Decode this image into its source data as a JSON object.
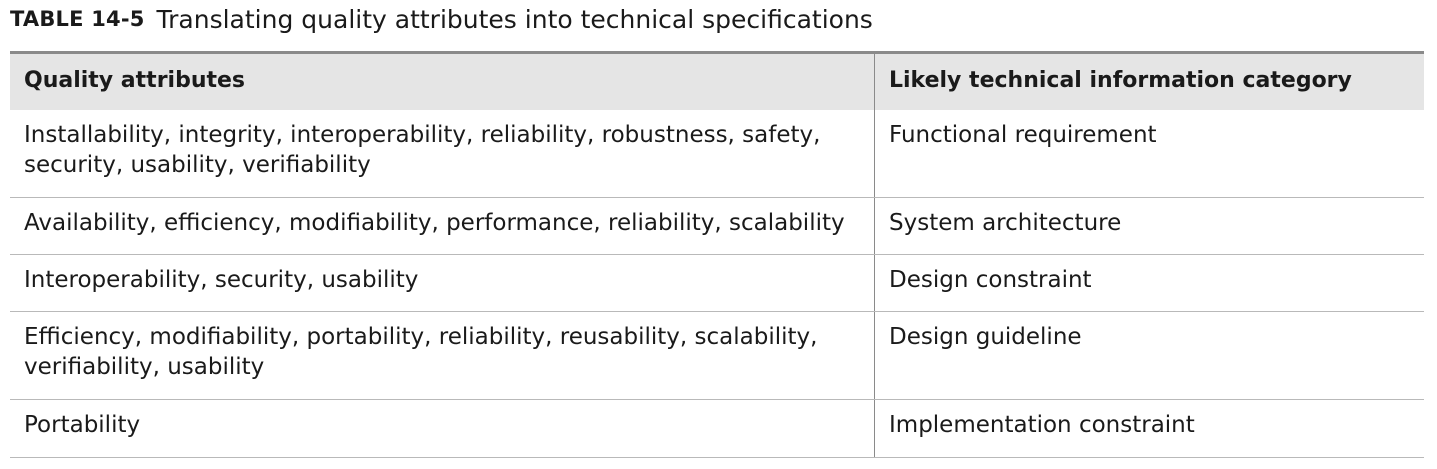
{
  "caption": {
    "label": "TABLE 14-5",
    "title": "Translating quality attributes into technical specifications"
  },
  "table": {
    "headers": [
      "Quality attributes",
      "Likely technical information category"
    ],
    "rows": [
      [
        "Installability, integrity, interoperability, reliability, robustness, safety, security, usability, verifiability",
        "Functional requirement"
      ],
      [
        "Availability, efficiency, modifiability, performance, reliability, scalability",
        "System architecture"
      ],
      [
        "Interoperability, security, usability",
        "Design constraint"
      ],
      [
        "Efficiency, modifiability, portability, reliability, reusability, scalability, verifiability, usability",
        "Design guideline"
      ],
      [
        "Portability",
        "Implementation constraint"
      ]
    ]
  }
}
